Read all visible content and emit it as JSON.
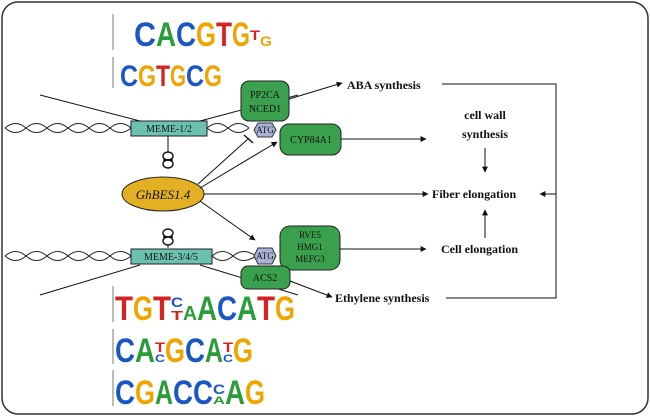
{
  "central_gene": "GhBES1.4",
  "motif_boxes": {
    "upper": "MEME-1/2",
    "lower": "MEME-3/4/5"
  },
  "atg_label": "ATG",
  "gene_boxes": {
    "pp2ca_nced1": [
      "PP2CA",
      "NCED1"
    ],
    "cyp84a1": "CYP84A1",
    "rve5_group": [
      "RVE5",
      "HMG1",
      "MEFG3"
    ],
    "acs2": "ACS2"
  },
  "processes": {
    "aba": "ABA synthesis",
    "cell_wall": [
      "cell wall",
      "synthesis"
    ],
    "fiber": "Fiber elongation",
    "cell_elong": "Cell elongation",
    "ethylene": "Ethylene synthesis"
  },
  "sequence_logos": {
    "logo1": "CACGTGTG",
    "logo2": "CGTGCG",
    "logo3": "TGTCTACATG",
    "logo4": "CATGCATG",
    "logo5": "CGACCAAG"
  },
  "colors": {
    "motif_box": "#6cc2b0",
    "gene_box": "#3aa04e",
    "atg_hex": "#a9b3d6",
    "central_ellipse": "#e3b024",
    "logo_A": "#2a9d3a",
    "logo_C": "#1a56c4",
    "logo_G": "#f0a400",
    "logo_T": "#d42323"
  }
}
